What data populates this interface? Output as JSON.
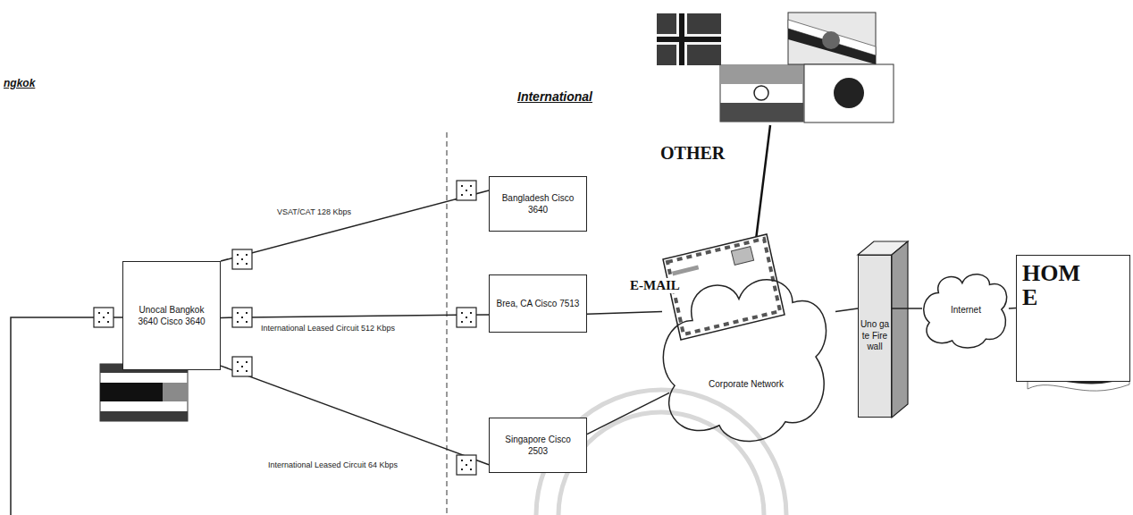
{
  "diagram": {
    "nodes": [
      {
        "text": [
          "Unocal Bangkok 3640 Cisco 3640"
        ]
      },
      {
        "text": [
          "Bangladesh Cisco 3640"
        ]
      },
      {
        "text": [
          "Brea, CA Cisco 7513"
        ]
      },
      {
        "text": [
          "Singapore Cisco 2503"
        ]
      },
      {
        "text": [
          "Corporate Network"
        ]
      },
      {
        "text": [
          "Uno gate Fire wall"
        ]
      },
      {
        "text": [
          "Internet"
        ]
      },
      {
        "text": [
          "HOME"
        ]
      }
    ],
    "edges": [
      {
        "from": 0,
        "to": 1,
        "label": "VSAT/CAT 128 Kbps",
        "arrow": "none"
      },
      {
        "from": 0,
        "to": 2,
        "label": "International Leased Circuit 512 Kbps",
        "arrow": "none"
      },
      {
        "from": 0,
        "to": 3,
        "label": "International Leased Circuit 64 Kbps",
        "arrow": "none"
      },
      {
        "from": 2,
        "to": 4,
        "arrow": "none"
      },
      {
        "from": 3,
        "to": 4,
        "arrow": "none"
      },
      {
        "from": 4,
        "to": 5,
        "arrow": "none"
      },
      {
        "from": 5,
        "to": 6,
        "arrow": "none"
      },
      {
        "from": 6,
        "to": 7,
        "arrow": "none"
      }
    ],
    "labels": [
      "ngkok",
      "International",
      "OTHER",
      "E-MAIL"
    ]
  }
}
